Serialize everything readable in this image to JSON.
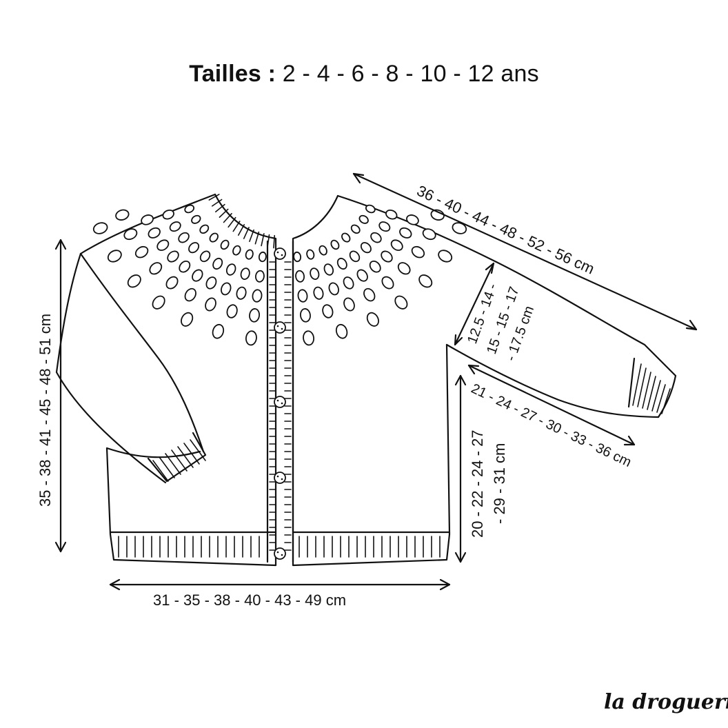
{
  "title": {
    "label": "Tailles :",
    "sizes": "2 - 4 - 6 - 8 - 10 - 12 ans"
  },
  "measurements": {
    "sleeve_span": "36 - 40 - 44 - 48 - 52 - 56 cm",
    "armhole_line1": "12.5 - 14 -",
    "armhole_line2": "15 - 15 - 17",
    "armhole_line3": "- 17.5 cm",
    "sleeve_under_line1": "21 - 24 - 27 - 30 - 33 - 36 cm",
    "body_side_line1": "20 - 22 - 24 - 27",
    "body_side_line2": "- 29 - 31 cm",
    "total_length": "35 - 38 - 41 - 45 - 48 - 51 cm",
    "width": "31 - 35 - 38 - 40 - 43 - 49 cm"
  },
  "brand": "la droguerie"
}
